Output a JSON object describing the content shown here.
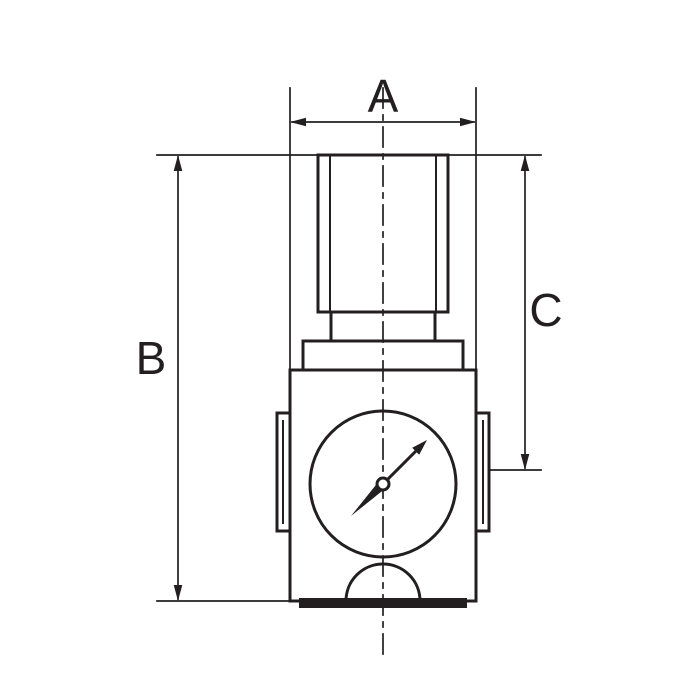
{
  "drawing": {
    "subject": "pressure-regulator-with-gauge-dimensional-drawing",
    "labels": {
      "a": "A",
      "b": "B",
      "c": "C"
    },
    "colors": {
      "line": "#231f20",
      "background": "#ffffff"
    }
  }
}
